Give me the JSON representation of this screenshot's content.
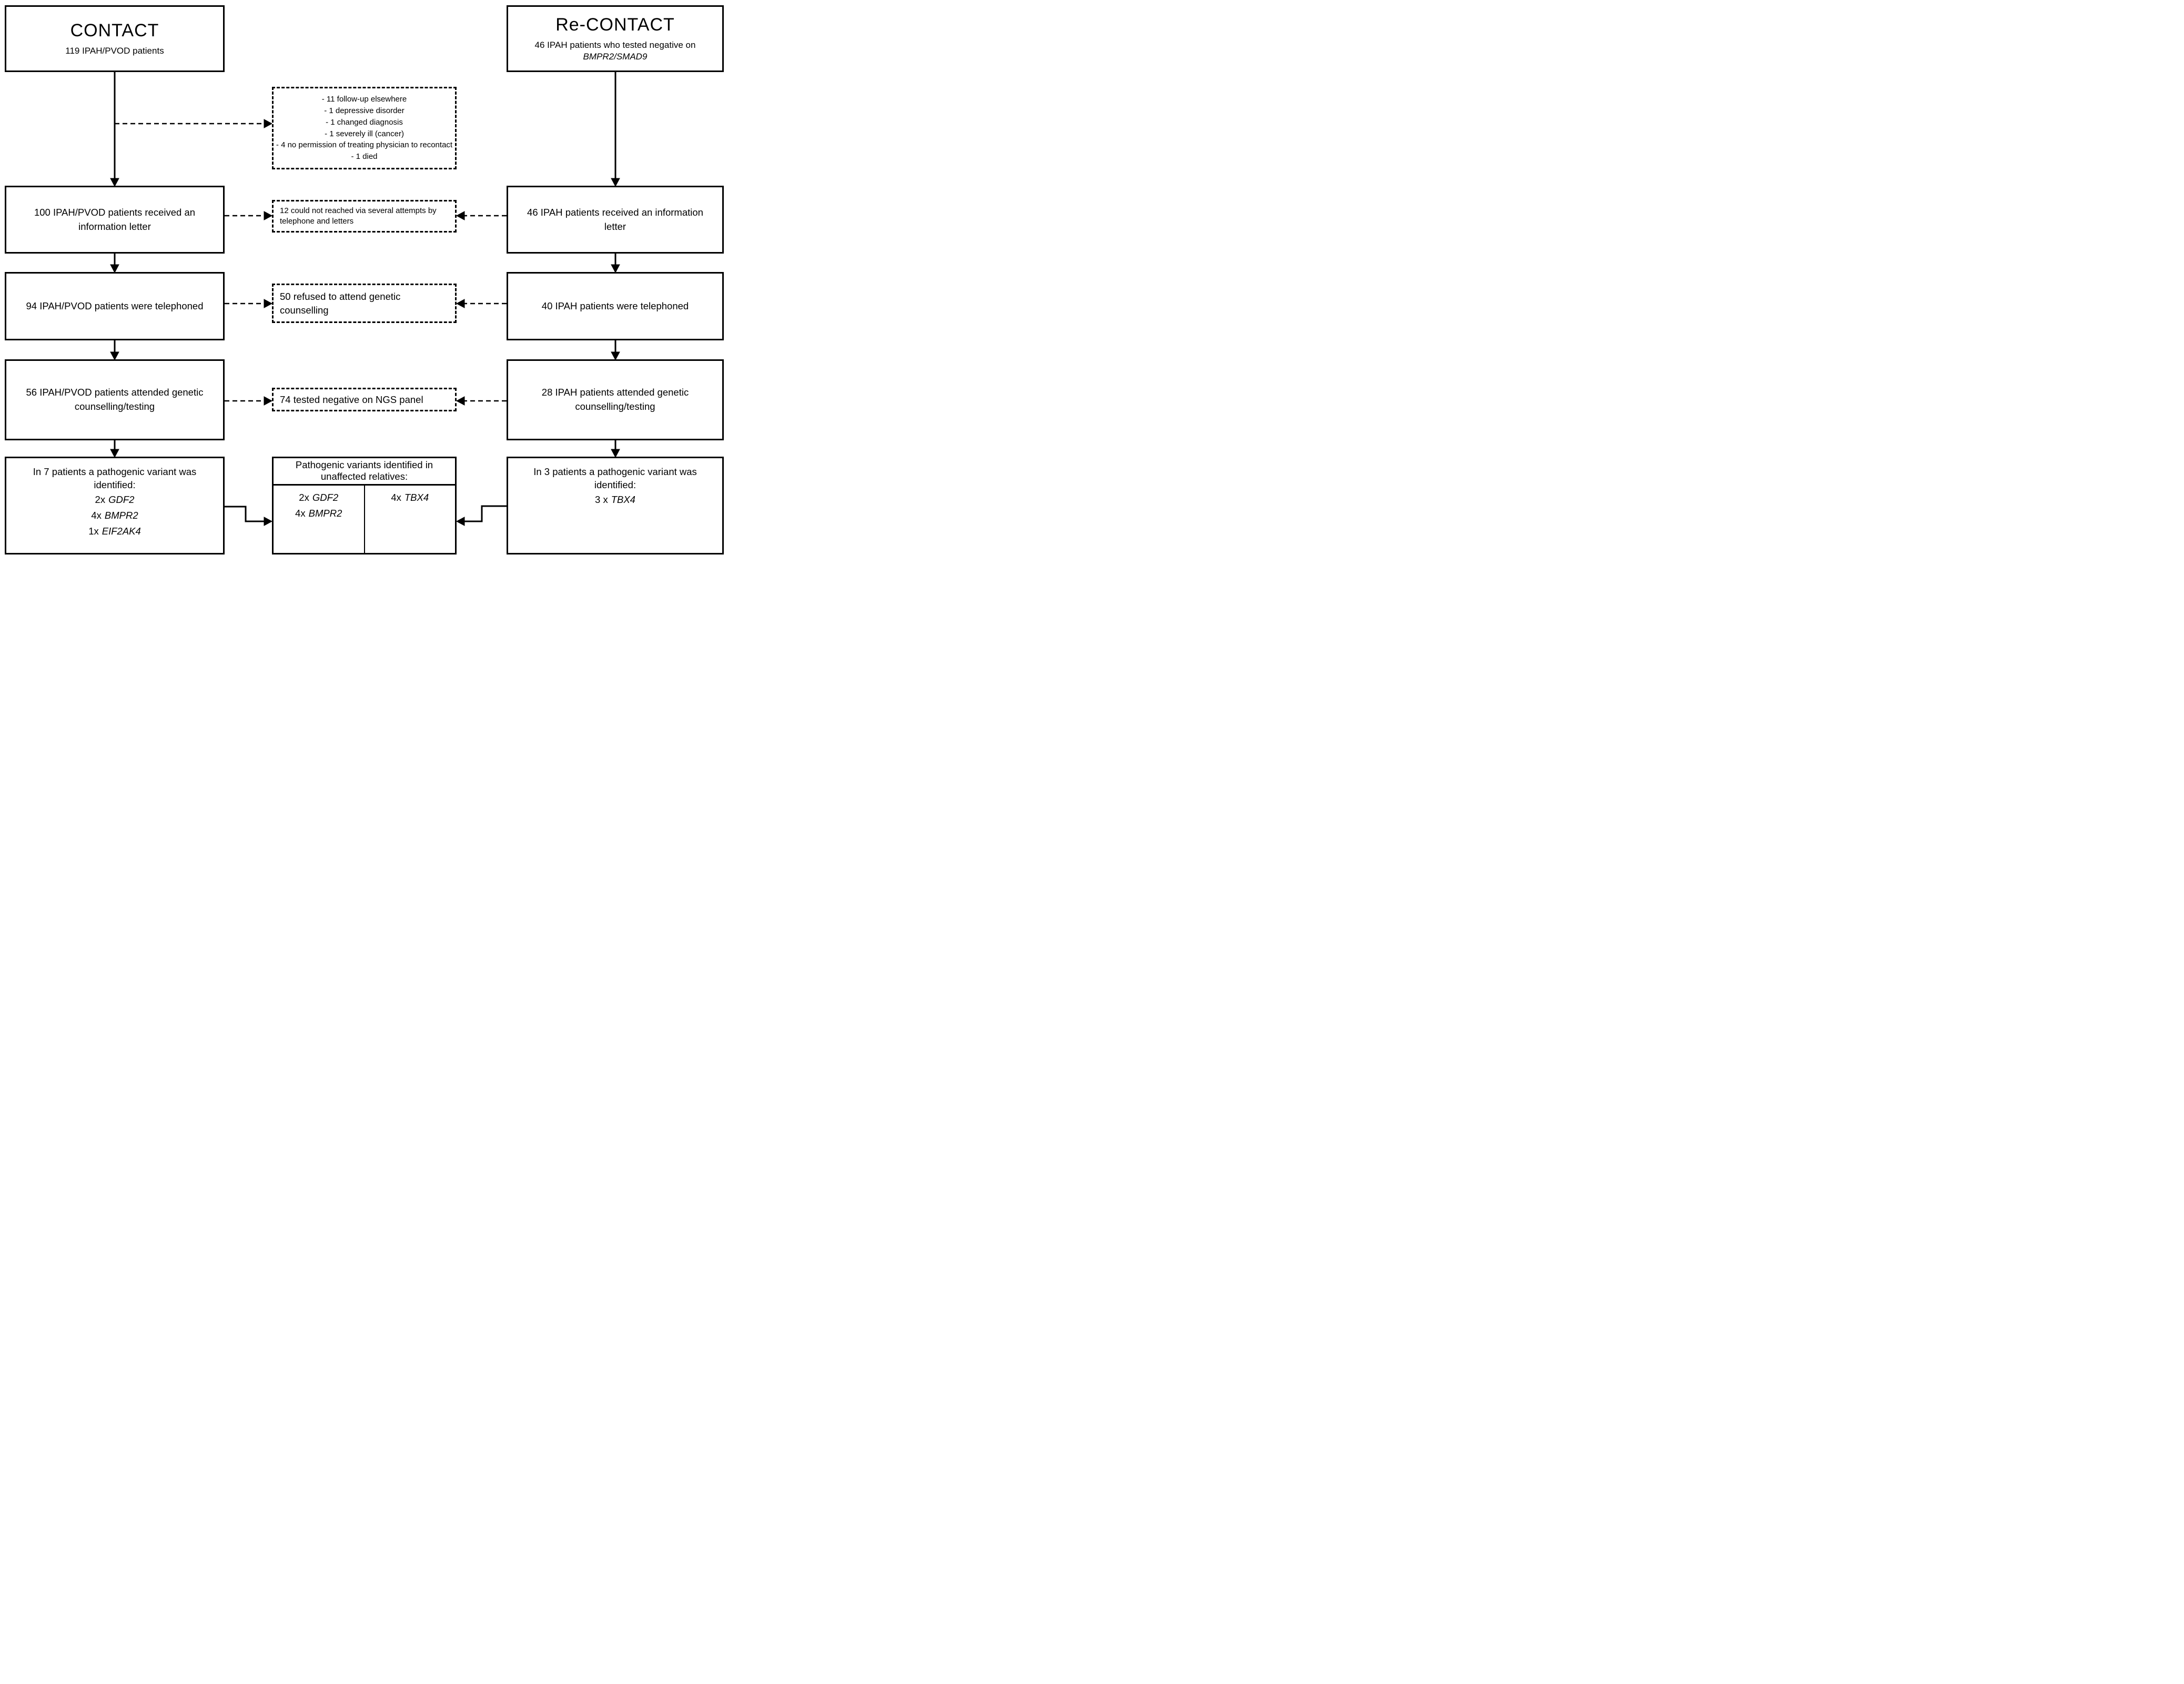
{
  "colors": {
    "ink": "#000000",
    "paper": "#ffffff"
  },
  "contact": {
    "title": "CONTACT",
    "subtitle": "119 IPAH/PVOD patients",
    "step_letter": "100 IPAH/PVOD patients received an information letter",
    "step_phone": "94 IPAH/PVOD patients were telephoned",
    "step_counselling": "56 IPAH/PVOD patients attended genetic counselling/testing",
    "result_intro": "In 7 patients a pathogenic variant was identified:",
    "variants": [
      {
        "count": "2x",
        "gene": "GDF2"
      },
      {
        "count": "4x",
        "gene": "BMPR2"
      },
      {
        "count": "1x",
        "gene": "EIF2AK4"
      }
    ]
  },
  "recontact": {
    "title": "Re-CONTACT",
    "subtitle": "46 IPAH patients who tested negative on",
    "subtitle_genes": "BMPR2/SMAD9",
    "step_letter": "46 IPAH patients received an information letter",
    "step_phone": "40 IPAH patients were telephoned",
    "step_counselling": "28 IPAH patients attended genetic counselling/testing",
    "result_intro": "In 3 patients a pathogenic variant was identified:",
    "variants": [
      {
        "count": "3 x",
        "gene": "TBX4"
      }
    ]
  },
  "middle": {
    "exclusions": [
      "- 11 follow-up elsewhere",
      "- 1 depressive disorder",
      "- 1 changed diagnosis",
      "- 1 severely ill (cancer)",
      "- 4 no permission of treating physician to recontact",
      "- 1 died"
    ],
    "not_reached": "12 could not reached via several attempts by telephone and letters",
    "refused": "50 refused to attend genetic counselling",
    "ngs_negative": "74 tested negative on NGS panel",
    "relatives_header": "Pathogenic variants identified in unaffected relatives:",
    "relatives_left": [
      {
        "count": "2x",
        "gene": "GDF2"
      },
      {
        "count": "4x",
        "gene": "BMPR2"
      }
    ],
    "relatives_right": [
      {
        "count": "4x",
        "gene": "TBX4"
      }
    ]
  }
}
